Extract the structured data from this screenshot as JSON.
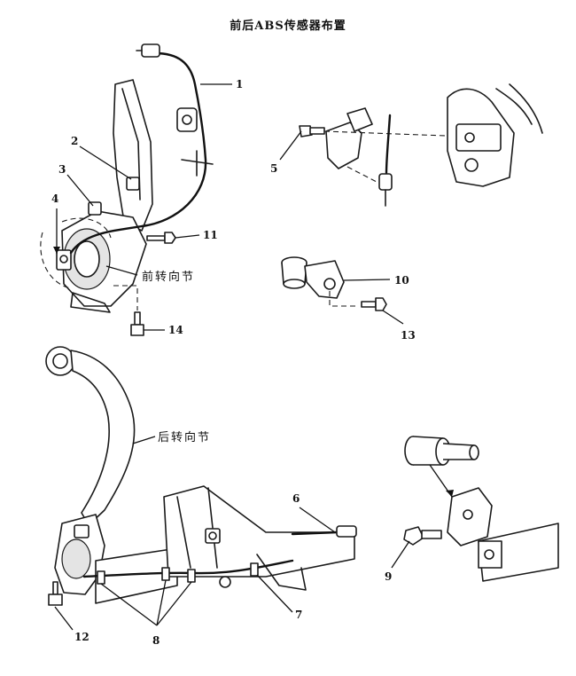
{
  "title": "前后ABS传感器布置",
  "labels": {
    "front_knuckle": "前转向节",
    "rear_knuckle": "后转向节"
  },
  "callouts": [
    "1",
    "2",
    "3",
    "4",
    "5",
    "6",
    "7",
    "8",
    "9",
    "10",
    "11",
    "12",
    "13",
    "14"
  ]
}
